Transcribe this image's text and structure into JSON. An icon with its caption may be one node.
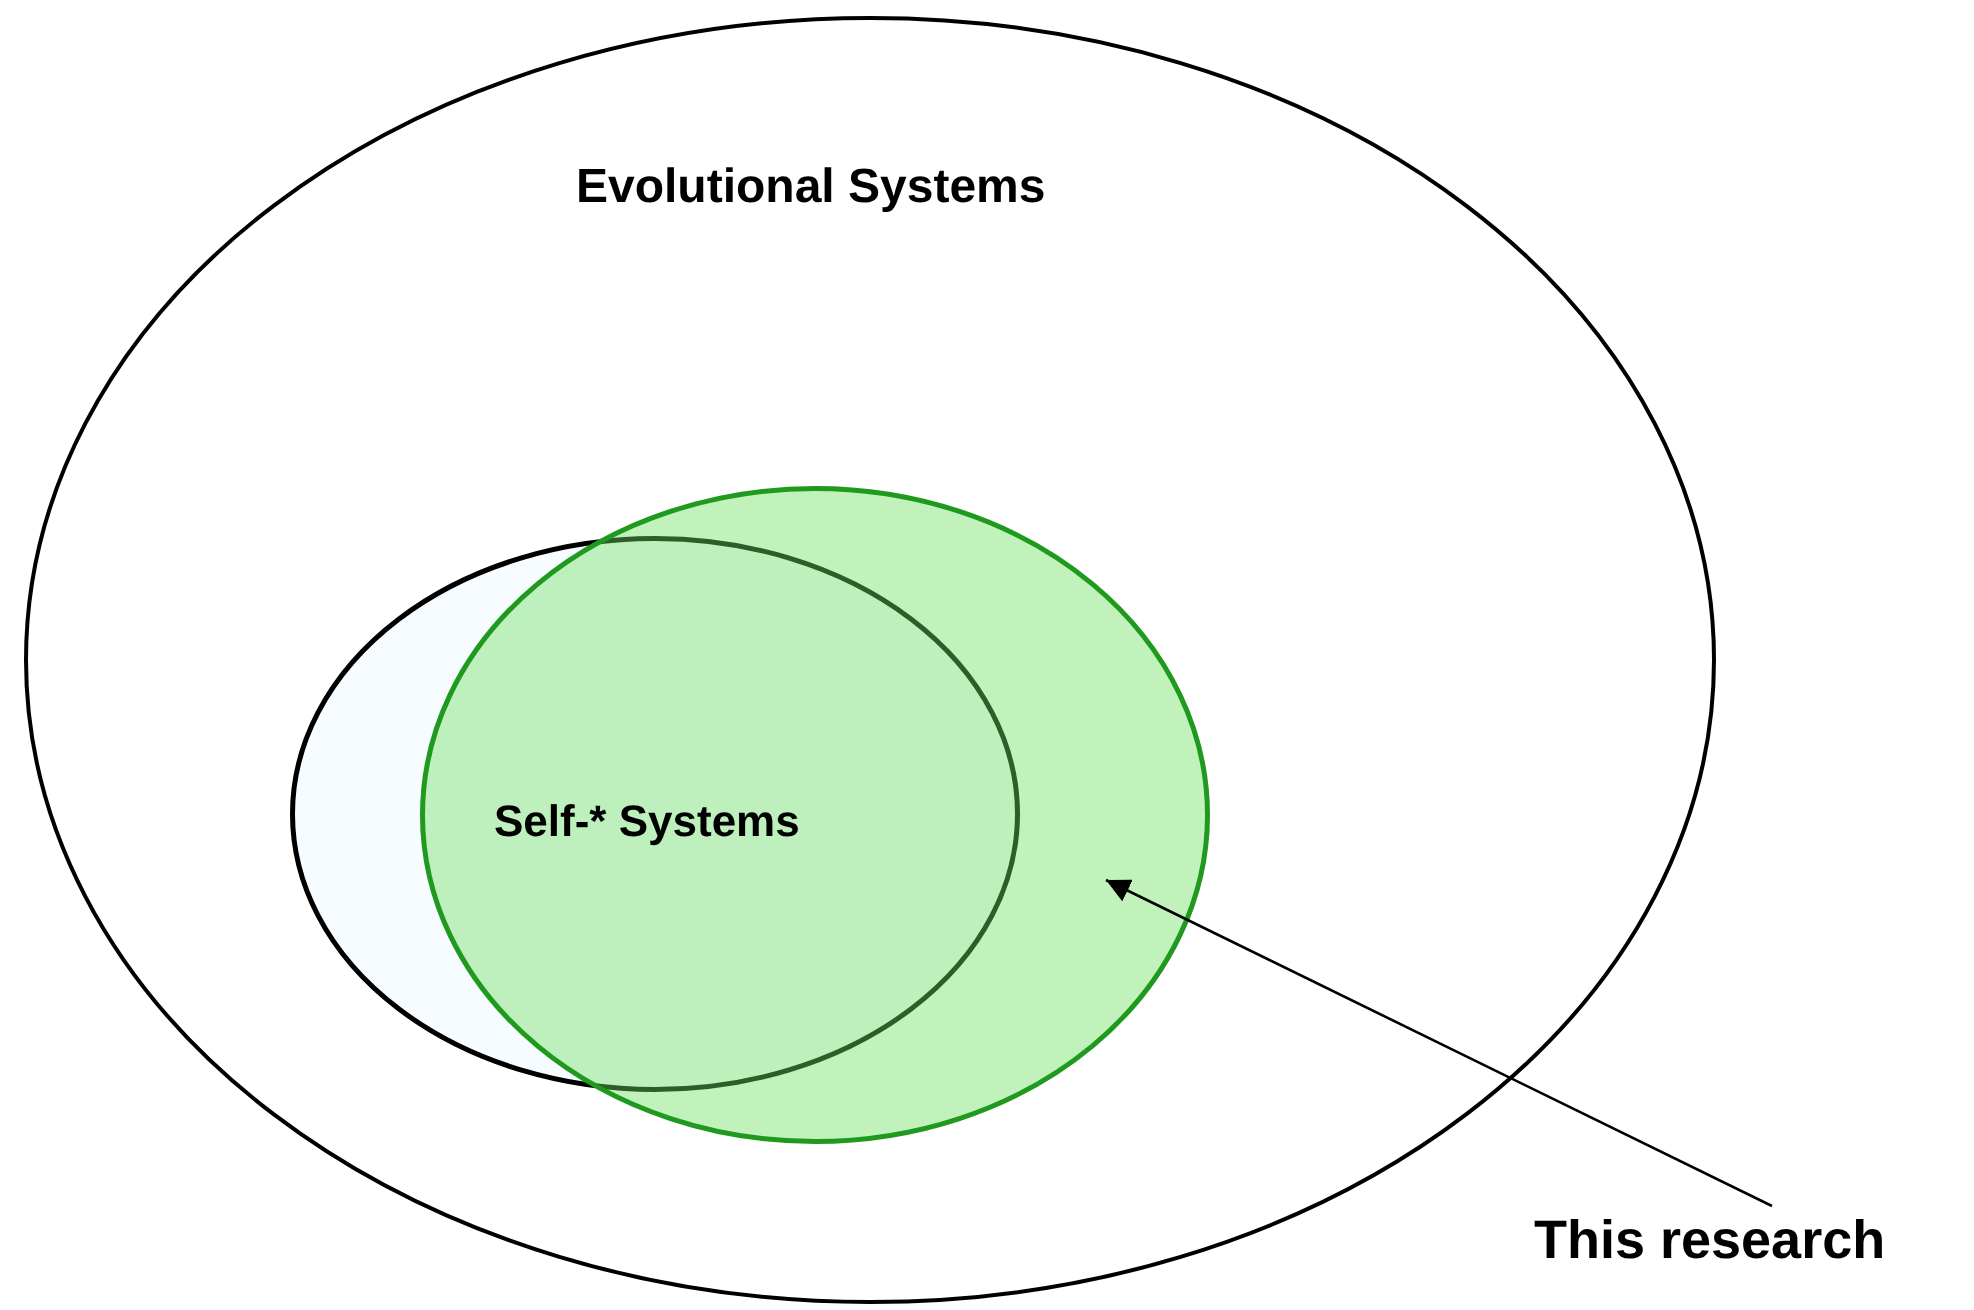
{
  "diagram": {
    "nodes": [
      {
        "text": [
          "Evolutional Systems"
        ]
      },
      {
        "text": [
          "Self-* Systems"
        ],
        "in": 0
      },
      {
        "text": [],
        "shape": "ellipse",
        "in": 0
      },
      {
        "text": [
          "This research"
        ]
      }
    ],
    "edges": [
      {
        "from": 3,
        "to": 2,
        "arrow": "to"
      }
    ]
  }
}
